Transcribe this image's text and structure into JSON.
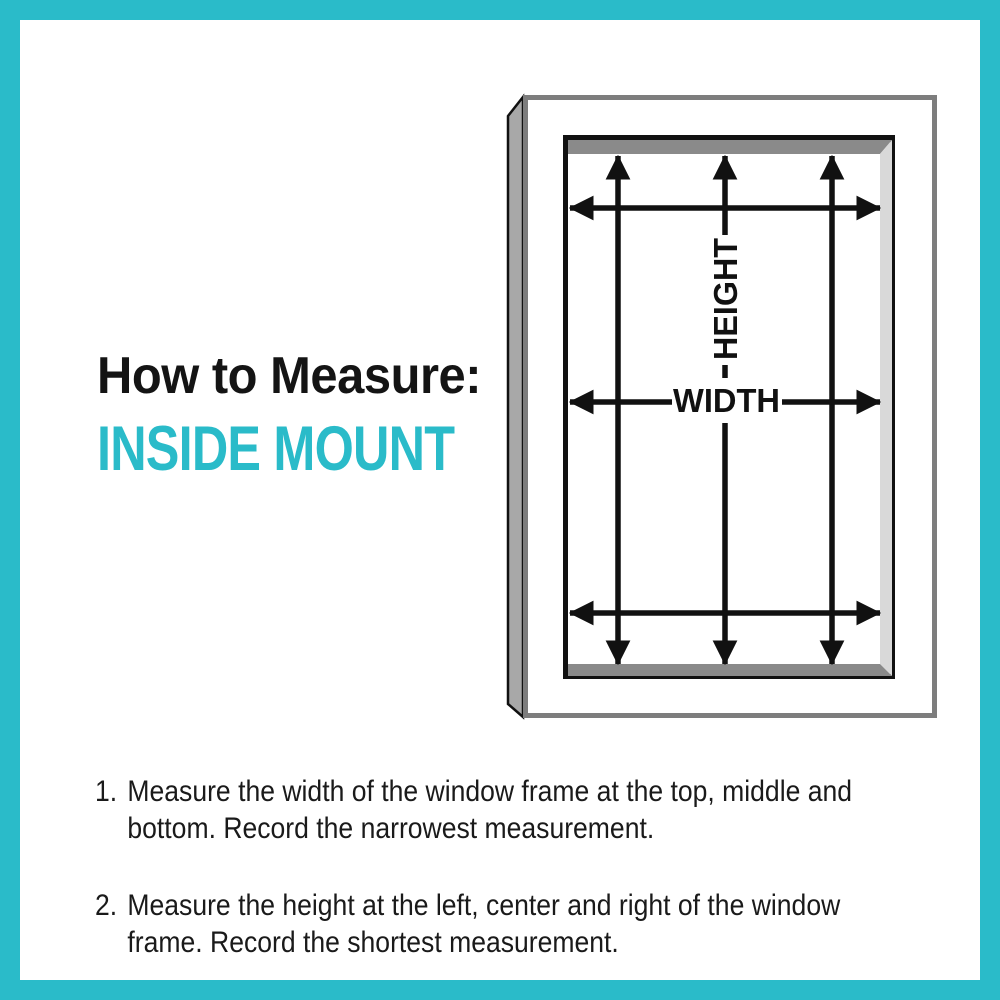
{
  "colors": {
    "accent_teal": "#2ABBC9",
    "frame_border_gray": "#7D7D7D",
    "frame_depth_gray": "#A8A8A8",
    "sill_dark_gray": "#8A8A8A",
    "sill_light_gray": "#D9D9D9",
    "arrow_black": "#111111"
  },
  "heading": {
    "line1": "How to Measure:",
    "line2": "INSIDE MOUNT"
  },
  "diagram": {
    "height_label": "HEIGHT",
    "width_label": "WIDTH"
  },
  "instructions": {
    "items": [
      {
        "number": "1.",
        "lines": [
          "Measure the width of the window frame at the top, middle and",
          "bottom. Record the narrowest measurement."
        ]
      },
      {
        "number": "2.",
        "lines": [
          "Measure the height at the left, center and right of the window",
          "frame. Record the shortest measurement."
        ]
      }
    ]
  }
}
